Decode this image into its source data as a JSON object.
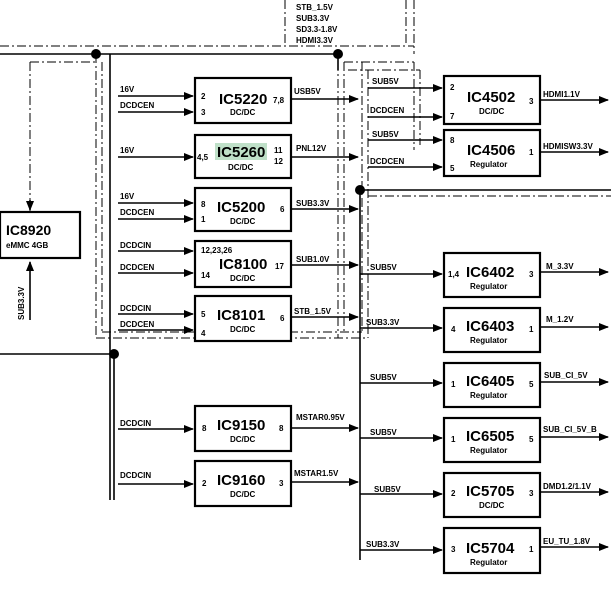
{
  "top_labels": [
    "STB_1.5V",
    "SUB3.3V",
    "SD3.3-1.8V",
    "HDMI3.3V"
  ],
  "emmc": {
    "name": "IC8920",
    "sub": "eMMC 4GB",
    "input": "SUB3.3V"
  },
  "left_blocks": [
    {
      "id": "ic5220",
      "name": "IC5220",
      "type": "DC/DC",
      "pins_in": [
        "2",
        "3"
      ],
      "inputs": [
        "16V",
        "DCDCEN"
      ],
      "pin_out": "7,8",
      "output": "USB5V"
    },
    {
      "id": "ic5260",
      "name": "IC5260",
      "type": "DC/DC",
      "pins_in": [
        "4,5"
      ],
      "inputs": [
        "16V"
      ],
      "pins_out": [
        "11",
        "12"
      ],
      "output": "PNL12V",
      "highlighted": true
    },
    {
      "id": "ic5200",
      "name": "IC5200",
      "type": "DC/DC",
      "pins_in": [
        "8",
        "1"
      ],
      "inputs": [
        "16V",
        "DCDCEN"
      ],
      "pin_out": "6",
      "output": "SUB3.3V"
    },
    {
      "id": "ic8100",
      "name": "IC8100",
      "type": "DC/DC",
      "pins_in": [
        "12,23,26",
        "14"
      ],
      "inputs": [
        "DCDCIN",
        "DCDCEN"
      ],
      "pin_out": "17",
      "output": "SUB1.0V"
    },
    {
      "id": "ic8101",
      "name": "IC8101",
      "type": "DC/DC",
      "pins_in": [
        "5",
        "4"
      ],
      "inputs": [
        "DCDCIN",
        "DCDCEN"
      ],
      "pin_out": "6",
      "output": "STB_1.5V"
    },
    {
      "id": "ic9150",
      "name": "IC9150",
      "type": "DC/DC",
      "pins_in": [
        "8"
      ],
      "inputs": [
        "DCDCIN"
      ],
      "pin_out": "8",
      "output": "MSTAR0.95V"
    },
    {
      "id": "ic9160",
      "name": "IC9160",
      "type": "DC/DC",
      "pins_in": [
        "2"
      ],
      "inputs": [
        "DCDCIN"
      ],
      "pin_out": "3",
      "output": "MSTAR1.5V"
    }
  ],
  "right_blocks": [
    {
      "id": "ic4502",
      "name": "IC4502",
      "type": "DC/DC",
      "pins_in": [
        "2",
        "7"
      ],
      "inputs": [
        "SUB5V",
        "DCDCEN"
      ],
      "pin_out": "3",
      "output": "HDMI1.1V"
    },
    {
      "id": "ic4506",
      "name": "IC4506",
      "type": "Regulator",
      "pins_in": [
        "8",
        "5"
      ],
      "inputs": [
        "SUB5V",
        "DCDCEN"
      ],
      "pin_out": "1",
      "output": "HDMISW3.3V"
    },
    {
      "id": "ic6402",
      "name": "IC6402",
      "type": "Regulator",
      "pins_in": [
        "1,4"
      ],
      "inputs": [
        "SUB5V"
      ],
      "pin_out": "3",
      "output": "M_3.3V"
    },
    {
      "id": "ic6403",
      "name": "IC6403",
      "type": "Regulator",
      "pins_in": [
        "4"
      ],
      "inputs": [
        "SUB3.3V"
      ],
      "pin_out": "1",
      "output": "M_1.2V"
    },
    {
      "id": "ic6405",
      "name": "IC6405",
      "type": "Regulator",
      "pins_in": [
        "1"
      ],
      "inputs": [
        "SUB5V"
      ],
      "pin_out": "5",
      "output": "SUB_CI_5V"
    },
    {
      "id": "ic6505",
      "name": "IC6505",
      "type": "Regulator",
      "pins_in": [
        "1"
      ],
      "inputs": [
        "SUB5V"
      ],
      "pin_out": "5",
      "output": "SUB_CI_5V_B"
    },
    {
      "id": "ic5705",
      "name": "IC5705",
      "type": "DC/DC",
      "pins_in": [
        "2"
      ],
      "inputs": [
        "SUB5V"
      ],
      "pin_out": "3",
      "output": "DMD1.2/1.1V"
    },
    {
      "id": "ic5704",
      "name": "IC5704",
      "type": "Regulator",
      "pins_in": [
        "3"
      ],
      "inputs": [
        "SUB3.3V"
      ],
      "pin_out": "1",
      "output": "EU_TU_1.8V"
    }
  ],
  "colors": {
    "highlight": "#bfe0c8",
    "line": "#000000"
  }
}
